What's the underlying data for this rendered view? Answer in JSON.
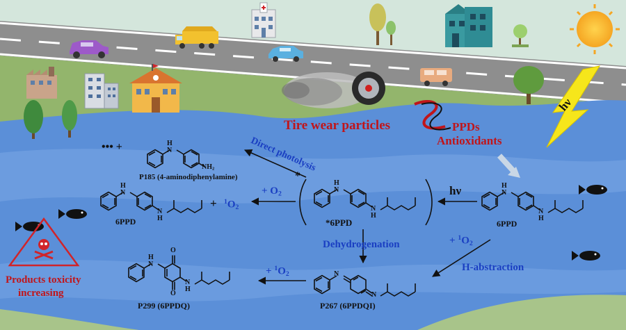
{
  "source_labels": {
    "tire_wear_particles": "Tire wear particles",
    "ppds": "PPDs",
    "antioxidants": "Antioxidants",
    "light": "hν"
  },
  "pathway": {
    "direct_photolysis": "Direct photolysis",
    "dehydrogenation": "Dehydrogenation",
    "h_abstraction": "H-abstraction",
    "hv_arrow": "hν",
    "plus_o2": {
      "prefix": "+ O",
      "sub": "2"
    },
    "plus_singlet_o2_right": {
      "prefix": "+ ",
      "sup": "1",
      "mid": "O",
      "sub": "2"
    },
    "plus_singlet_o2_left": {
      "prefix": "+ ",
      "sup": "1",
      "mid": "O",
      "sub": "2"
    },
    "plus_singlet_o2_bottom": {
      "prefix": "+ ",
      "sup": "1",
      "mid": "O",
      "sub": "2"
    },
    "plus_sign": "+",
    "dots": "••• +",
    "star": "*"
  },
  "compounds": {
    "p185": "P185 (4-aminodiphenylamine)",
    "sixppd_start": "6PPD",
    "sixppd_excited": "*6PPD",
    "sixppd_regen": "6PPD",
    "p267": "P267 (6PPDQI)",
    "p299": "P299 (6PPDQ)"
  },
  "atoms": {
    "H": "H",
    "N": "N",
    "O": "O",
    "NH2": {
      "main": "NH",
      "sub": "2"
    }
  },
  "toxicity": {
    "line1": "Products toxicity",
    "line2": "increasing"
  },
  "colors": {
    "sky": "#cde0d6",
    "road": "#8f8f8f",
    "water": "#5b8ed9",
    "water_light": "#7ea9e6",
    "grass": "#8fb26a",
    "label_red": "#c0151a",
    "label_blue": "#1a3fc2",
    "sun": "#f5a623",
    "lightning": "#f6e61b"
  }
}
